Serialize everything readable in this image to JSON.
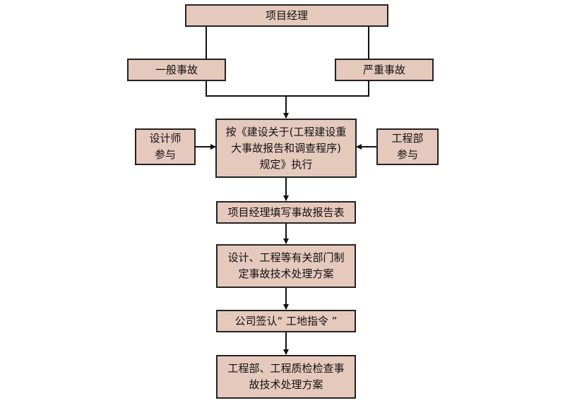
{
  "colors": {
    "box_fill": "#e6c9bd",
    "border": "#222222",
    "line": "#111111"
  },
  "nodes": {
    "project_manager": "项目经理",
    "general_accident": "一般事故",
    "serious_accident": "严重事故",
    "regulation": "按《建设关于(工程建设重\n大事故报告和调查程序)\n规定》执行",
    "designer_participates": "设计师\n参与",
    "engineering_dept_participates": "工程部\n参与",
    "fill_report": "项目经理填写事故报告表",
    "formulate_plan": "设计、工程等有关部门制\n定事故技术处理方案",
    "company_sign": "公司签认“ 工地指令 ”",
    "quality_inspection": "工程部、工程质检检查事\n故技术处理方案"
  }
}
